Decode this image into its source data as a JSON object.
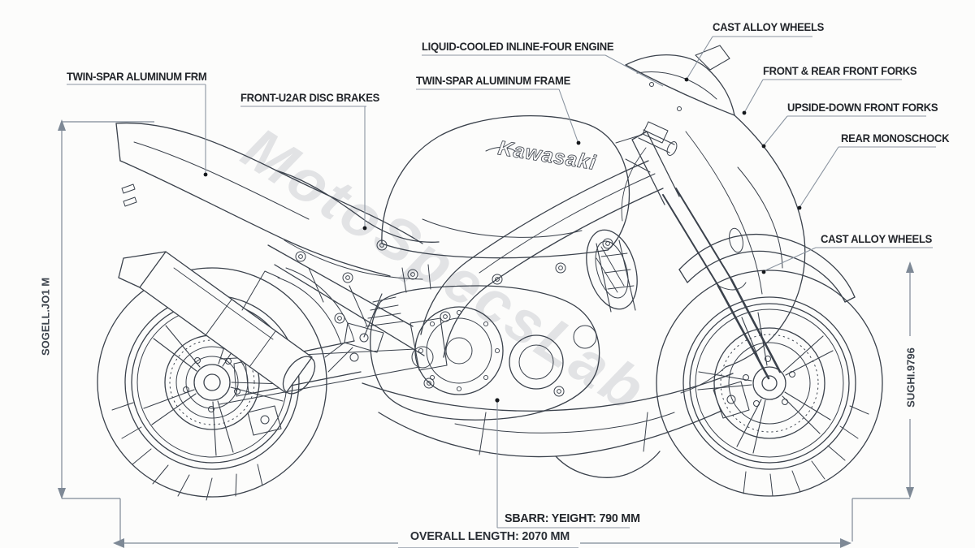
{
  "watermark": {
    "text": "MotoSpecsLab",
    "color": "#e2e3e5"
  },
  "bike": {
    "brand_logo": "Kawasaki"
  },
  "callouts": [
    {
      "id": "twin-spar-frm",
      "label": "TWIN-SPAR ALUMINUM FRM"
    },
    {
      "id": "front-rear-disc-brakes",
      "label": "FRONT-U2AR DISC BRAKES"
    },
    {
      "id": "liquid-cooled-engine",
      "label": "LIQUID-COOLED INLINE-FOUR ENGINE"
    },
    {
      "id": "twin-spar-frame",
      "label": "TWIN-SPAR ALUMINUM FRAME"
    },
    {
      "id": "cast-alloy-wheels-top",
      "label": "CAST ALLOY WHEELS"
    },
    {
      "id": "front-rear-front-forks",
      "label": "FRONT & REAR FRONT FORKS"
    },
    {
      "id": "upside-down-front-forks",
      "label": "UPSIDE-DOWN FRONT FORKS"
    },
    {
      "id": "rear-monoshock",
      "label": "REAR MONOSCHOCK"
    },
    {
      "id": "cast-alloy-wheels-right",
      "label": "CAST ALLOY WHEELS"
    }
  ],
  "dimensions": {
    "left_vertical": "SOGELL.JO1 M",
    "right_vertical": "SUGHI.9796",
    "seat_height": "SBARR: YEIGHT: 790 MM",
    "overall_length": "OVERALL LENGTH: 2070 MM"
  },
  "colors": {
    "line_art": "#3b424c",
    "dimension": "#7e8996",
    "leader": "#8b95a1",
    "label_text": "#23262b",
    "background": "#fcfcfb"
  }
}
